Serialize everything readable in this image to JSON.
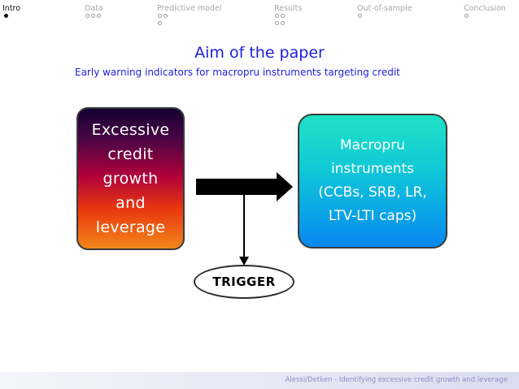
{
  "nav": {
    "sections": [
      {
        "label": "Intro",
        "active": true,
        "dots": [
          [
            true
          ]
        ]
      },
      {
        "label": "Data",
        "active": false,
        "dots": [
          [
            false,
            false,
            false
          ]
        ]
      },
      {
        "label": "Predictive model",
        "active": false,
        "dots": [
          [
            false,
            false
          ],
          [
            false
          ]
        ]
      },
      {
        "label": "Results",
        "active": false,
        "dots": [
          [
            false,
            false
          ],
          [
            false,
            false
          ]
        ]
      },
      {
        "label": "Out-of-sample",
        "active": false,
        "dots": [
          [
            false
          ]
        ]
      },
      {
        "label": "Conclusion",
        "active": false,
        "dots": [
          [
            false
          ]
        ]
      }
    ]
  },
  "slide": {
    "title": "Aim of the paper",
    "subtitle": "Early warning indicators for macropru instruments targeting credit"
  },
  "diagram": {
    "left_box": "Excessive\ncredit\ngrowth\nand\nleverage",
    "right_box": "Macropru\ninstruments\n(CCBs, SRB, LR,\nLTV-LTI caps)",
    "trigger": "TRIGGER"
  },
  "footer": {
    "text": "Alessi/Detken - Identifying excessive credit growth and leverage"
  },
  "colors": {
    "title": "#1d1de0",
    "nav_inactive": "#a7a7a7",
    "nav_active": "#111111",
    "footer_text": "#8f8fc8"
  }
}
